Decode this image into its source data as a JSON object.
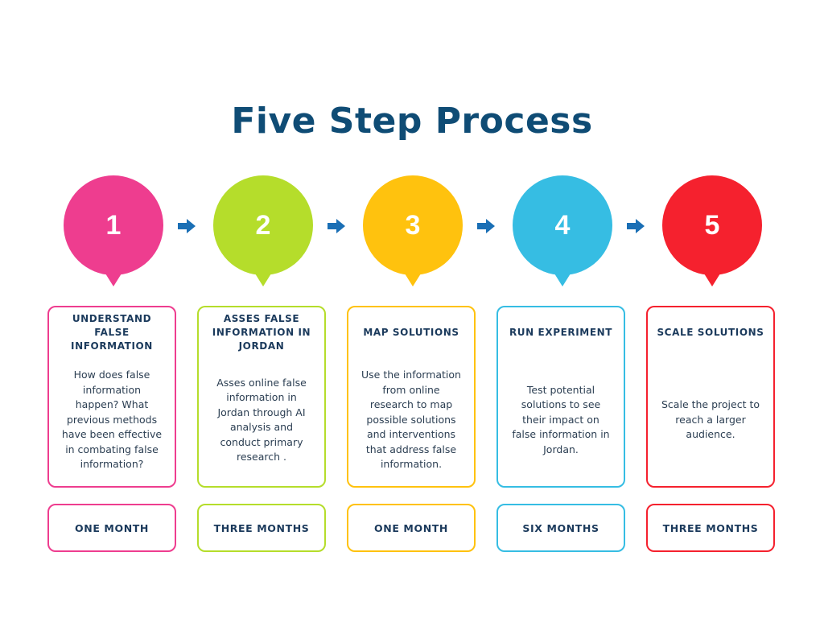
{
  "title": "Five Step Process",
  "steps": [
    {
      "number": "1",
      "color": "#ee3d8f",
      "title": "UNDERSTAND FALSE INFORMATION",
      "text": "How does false information happen? What previous methods have been effective in combating false information?",
      "duration": "ONE MONTH"
    },
    {
      "number": "2",
      "color": "#b5dd2b",
      "title": "ASSES FALSE INFORMATION IN JORDAN",
      "text": "Asses online false information in Jordan through AI analysis and conduct primary research .",
      "duration": "THREE MONTHS"
    },
    {
      "number": "3",
      "color": "#ffc20e",
      "title": "MAP SOLUTIONS",
      "text": "Use the information from online research to map possible solutions and interventions that address false information.",
      "duration": "ONE MONTH"
    },
    {
      "number": "4",
      "color": "#36bde3",
      "title": "RUN EXPERIMENT",
      "text": "Test potential solutions to see their impact on false information in Jordan.",
      "duration": "SIX MONTHS"
    },
    {
      "number": "5",
      "color": "#f5212e",
      "title": "SCALE SOLUTIONS",
      "text": "Scale the project to reach a larger audience.",
      "duration": "THREE MONTHS"
    }
  ],
  "arrow_color": "#1a6fb5"
}
